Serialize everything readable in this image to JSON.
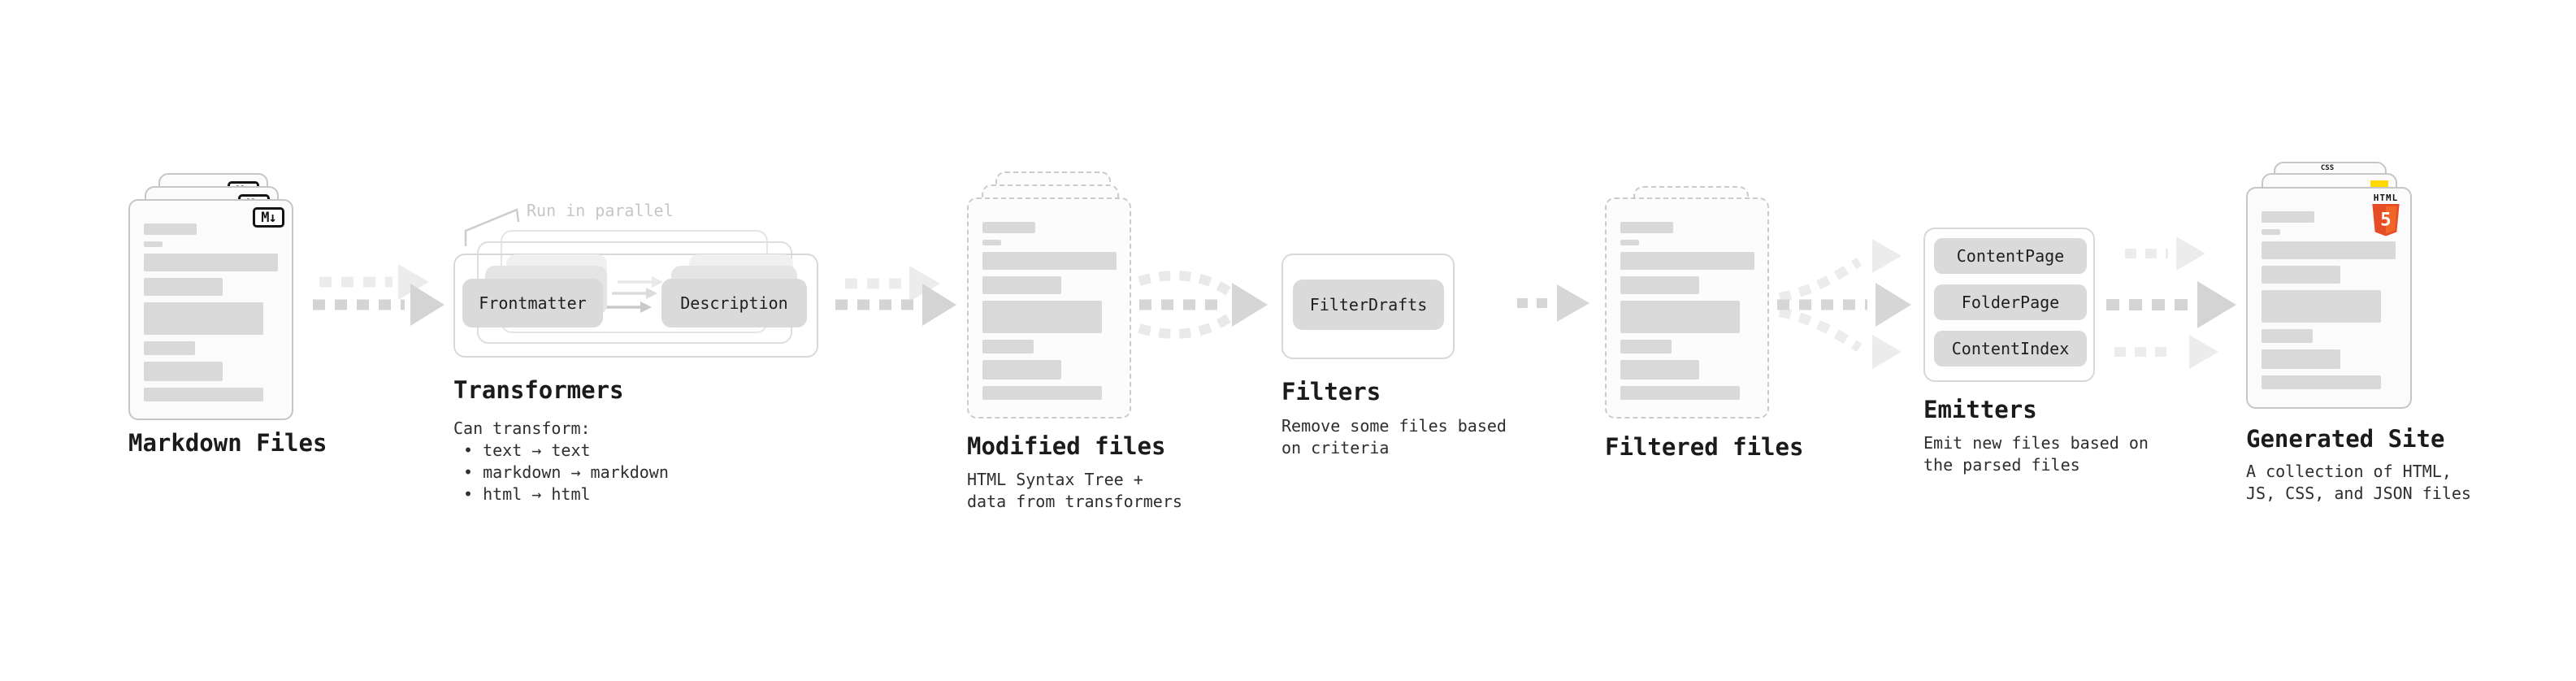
{
  "stages": {
    "markdown": {
      "title": "Markdown Files",
      "badge": "M↓"
    },
    "transformers": {
      "title": "Transformers",
      "note": "Run in parallel",
      "pill_left": "Frontmatter",
      "pill_right": "Description",
      "desc_heading": "Can transform:",
      "bullets": [
        "• text → text",
        "• markdown → markdown",
        "• html → html"
      ]
    },
    "modified": {
      "title": "Modified files",
      "desc": [
        "HTML Syntax Tree +",
        "data from transformers"
      ]
    },
    "filters": {
      "title": "Filters",
      "pill": "FilterDrafts",
      "desc": [
        "Remove some files based",
        "on criteria"
      ]
    },
    "filtered": {
      "title": "Filtered files"
    },
    "emitters": {
      "title": "Emitters",
      "pills": [
        "ContentPage",
        "FolderPage",
        "ContentIndex"
      ],
      "desc": [
        "Emit new files based on",
        "the parsed files"
      ]
    },
    "generated": {
      "title": "Generated Site",
      "desc": [
        "A collection of HTML,",
        "JS, CSS, and JSON files"
      ],
      "badges": {
        "html_word": "HTML",
        "html_number": "5",
        "css_word": "CSS"
      }
    }
  },
  "colors": {
    "html5_orange": "#e44d26",
    "js_yellow": "#ffd900",
    "css_blue": "#2f6de1",
    "arrow_dark": "#d4d4d4",
    "arrow_light": "#ececec"
  }
}
